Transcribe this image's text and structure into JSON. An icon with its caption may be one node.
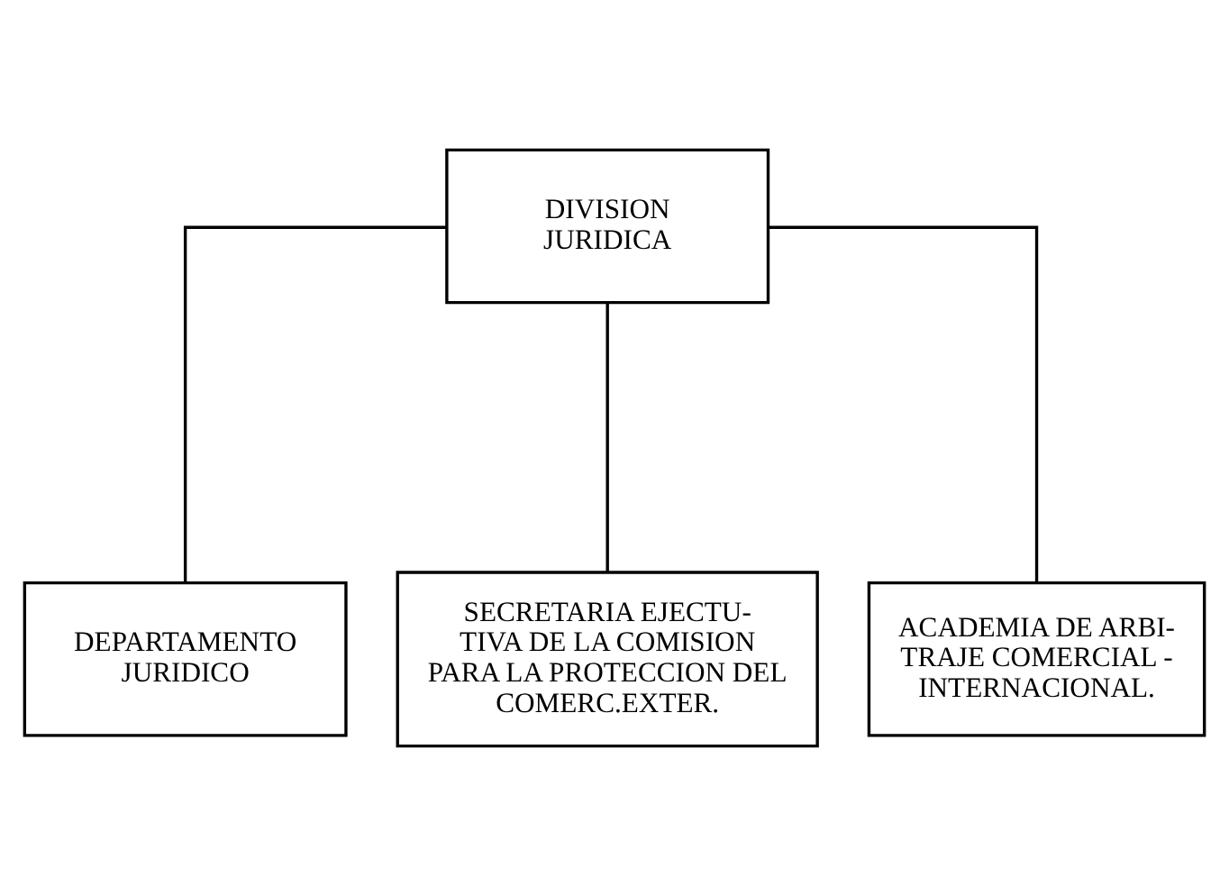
{
  "diagram": {
    "nodes": [
      {
        "text": [
          "DIVISION JURIDICA"
        ]
      },
      {
        "text": [
          "DEPARTAMENTO JURIDICO"
        ]
      },
      {
        "text": [
          "SECRETARIA EJECTU- TIVA DE LA COMISION PARA LA PROTECCION DEL COMERC.EXTER."
        ]
      },
      {
        "text": [
          "ACADEMIA DE ARBI- TRAJE COMERCIAL - INTERNACIONAL."
        ]
      }
    ],
    "edges": [
      {
        "from": 0,
        "to": 1,
        "arrow": "none"
      },
      {
        "from": 0,
        "to": 2,
        "arrow": "none"
      },
      {
        "from": 0,
        "to": 3,
        "arrow": "none"
      }
    ]
  }
}
